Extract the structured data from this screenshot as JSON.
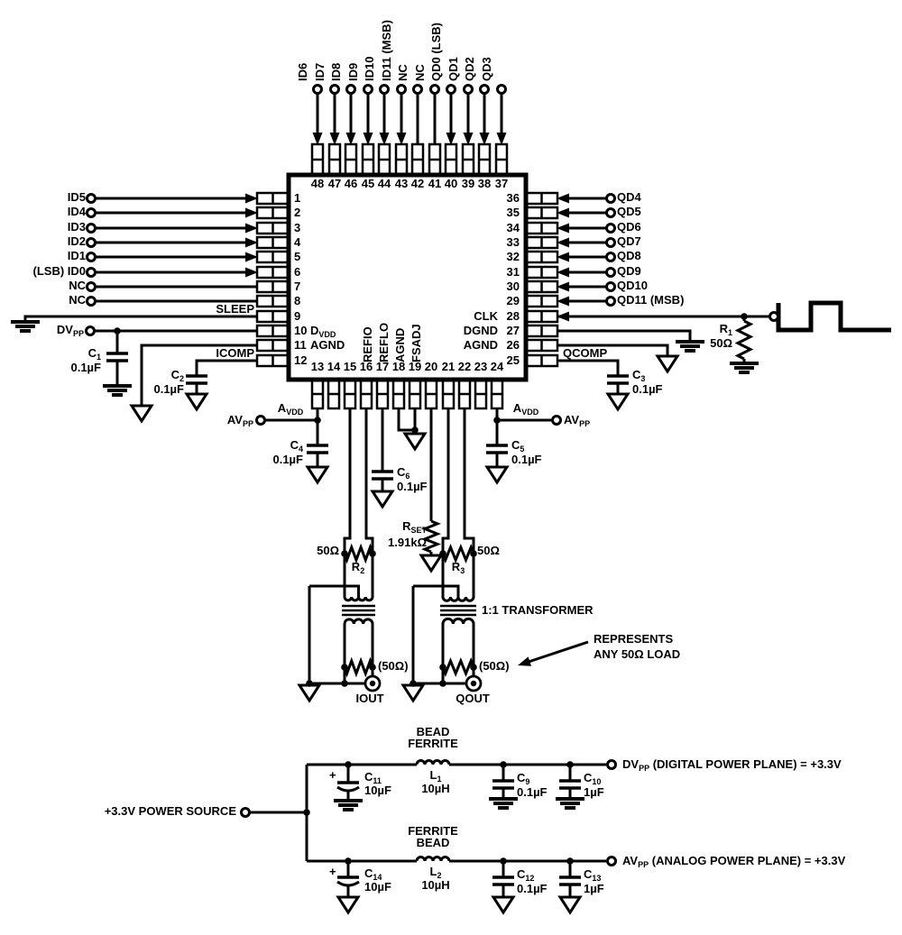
{
  "diagram": {
    "background": "#ffffff",
    "ink": "#000000",
    "kind": "IC application schematic"
  },
  "chip": {
    "top_pins": [
      {
        "pin": "48",
        "label": "ID6",
        "arrow": true
      },
      {
        "pin": "47",
        "label": "ID7",
        "arrow": true
      },
      {
        "pin": "46",
        "label": "ID8",
        "arrow": true
      },
      {
        "pin": "45",
        "label": "ID9",
        "arrow": true
      },
      {
        "pin": "44",
        "label": "ID10",
        "arrow": true
      },
      {
        "pin": "43",
        "label": "ID11 (MSB)",
        "arrow": true
      },
      {
        "pin": "42",
        "label": "NC",
        "arrow": false
      },
      {
        "pin": "41",
        "label": "NC",
        "arrow": false
      },
      {
        "pin": "40",
        "label": "QD0 (LSB)",
        "arrow": true
      },
      {
        "pin": "39",
        "label": "QD1",
        "arrow": true
      },
      {
        "pin": "38",
        "label": "QD2",
        "arrow": true
      },
      {
        "pin": "37",
        "label": "QD3",
        "arrow": true
      }
    ],
    "left_pins": [
      {
        "pin": "1",
        "label": "ID5",
        "arrow": true
      },
      {
        "pin": "2",
        "label": "ID4",
        "arrow": true
      },
      {
        "pin": "3",
        "label": "ID3",
        "arrow": true
      },
      {
        "pin": "4",
        "label": "ID2",
        "arrow": true
      },
      {
        "pin": "5",
        "label": "ID1",
        "arrow": true
      },
      {
        "pin": "6",
        "label": "(LSB) ID0",
        "arrow": true
      },
      {
        "pin": "7",
        "label": "NC",
        "arrow": false
      },
      {
        "pin": "8",
        "label": "NC",
        "arrow": false
      },
      {
        "pin": "9"
      },
      {
        "pin": "10"
      },
      {
        "pin": "11"
      },
      {
        "pin": "12"
      }
    ],
    "right_pins": [
      {
        "pin": "36",
        "label": "QD4"
      },
      {
        "pin": "35",
        "label": "QD5"
      },
      {
        "pin": "34",
        "label": "QD6"
      },
      {
        "pin": "33",
        "label": "QD7"
      },
      {
        "pin": "32",
        "label": "QD8"
      },
      {
        "pin": "31",
        "label": "QD9"
      },
      {
        "pin": "30",
        "label": "QD10"
      },
      {
        "pin": "29",
        "label": "QD11 (MSB)"
      },
      {
        "pin": "28"
      },
      {
        "pin": "27"
      },
      {
        "pin": "26"
      },
      {
        "pin": "25"
      }
    ],
    "bottom_pins": [
      "13",
      "14",
      "15",
      "16",
      "17",
      "18",
      "19",
      "20",
      "21",
      "22",
      "23",
      "24"
    ],
    "inner_labels": {
      "p10": "D<sub>VDD</sub>",
      "p11": "AGND",
      "p28": "CLK",
      "p27": "DGND",
      "p26": "AGND",
      "bottom_rotated": [
        "REFIO",
        "REFLO",
        "AGND",
        "FSADJ"
      ]
    },
    "edge_labels": {
      "sleep": "SLEEP",
      "icomp": "ICOMP",
      "qcomp": "QCOMP"
    }
  },
  "components": {
    "c1": {
      "ref": "C<sub>1</sub>",
      "value": "0.1µF"
    },
    "c2": {
      "ref": "C<sub>2</sub>",
      "value": "0.1µF"
    },
    "c3": {
      "ref": "C<sub>3</sub>",
      "value": "0.1µF"
    },
    "c4": {
      "ref": "C<sub>4</sub>",
      "value": "0.1µF"
    },
    "c5": {
      "ref": "C<sub>5</sub>",
      "value": "0.1µF"
    },
    "c6": {
      "ref": "C<sub>6</sub>",
      "value": "0.1µF"
    },
    "c9": {
      "ref": "C<sub>9</sub>",
      "value": "0.1µF"
    },
    "c10": {
      "ref": "C<sub>10</sub>",
      "value": "1µF"
    },
    "c11": {
      "ref": "C<sub>11</sub>",
      "value": "10µF",
      "polarity": "+"
    },
    "c12": {
      "ref": "C<sub>12</sub>",
      "value": "0.1µF"
    },
    "c13": {
      "ref": "C<sub>13</sub>",
      "value": "1µF"
    },
    "c14": {
      "ref": "C<sub>14</sub>",
      "value": "10µF",
      "polarity": "+"
    },
    "r1": {
      "ref": "R<sub>1</sub>",
      "value": "50Ω"
    },
    "r2": {
      "ref": "R<sub>2</sub>",
      "value": "50Ω"
    },
    "r3": {
      "ref": "R<sub>3</sub>",
      "value": "50Ω"
    },
    "rset": {
      "ref": "R<sub>SET</sub>",
      "value": "1.91kΩ"
    },
    "l1": {
      "ref": "L<sub>1</sub>",
      "value": "10µH",
      "caption_lines": [
        "BEAD",
        "FERRITE"
      ]
    },
    "l2": {
      "ref": "L<sub>2</sub>",
      "value": "10µH",
      "caption_lines": [
        "FERRITE",
        "BEAD"
      ]
    },
    "load_i": "(50Ω)",
    "load_q": "(50Ω)"
  },
  "labels": {
    "dvpp": "DV<sub>PP</sub>",
    "avpp_left": "AV<sub>PP</sub>",
    "avpp_right": "AV<sub>PP</sub>",
    "avdd_left": "A<sub>VDD</sub>",
    "avdd_right": "A<sub>VDD</sub>",
    "transformer": "1:1 TRANSFORMER",
    "load_note": [
      "REPRESENTS",
      "ANY 50Ω LOAD"
    ],
    "iout": "IOUT",
    "qout": "QOUT",
    "power_source": "+3.3V POWER SOURCE",
    "digital_plane": "DV<sub>PP</sub> (DIGITAL POWER PLANE) = +3.3V",
    "analog_plane": "AV<sub>PP</sub> (ANALOG POWER PLANE) = +3.3V"
  }
}
